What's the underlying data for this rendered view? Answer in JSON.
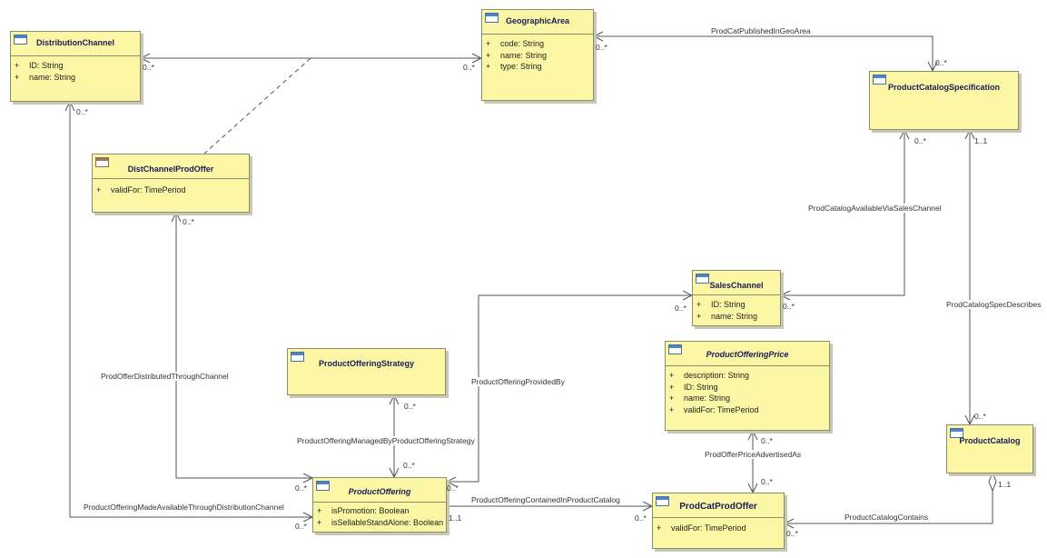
{
  "classes": {
    "distribution_channel": {
      "name": "DistributionChannel",
      "attributes": [
        {
          "vis": "+",
          "text": "ID: String"
        },
        {
          "vis": "+",
          "text": "name: String"
        }
      ]
    },
    "geographic_area": {
      "name": "GeographicArea",
      "attributes": [
        {
          "vis": "+",
          "text": "code: String"
        },
        {
          "vis": "+",
          "text": "name: String"
        },
        {
          "vis": "+",
          "text": "type: String"
        }
      ]
    },
    "product_catalog_specification": {
      "name": "ProductCatalogSpecification",
      "attributes": []
    },
    "dist_channel_prod_offer": {
      "name": "DistChannelProdOffer",
      "attributes": [
        {
          "vis": "+",
          "text": "validFor: TimePeriod"
        }
      ]
    },
    "sales_channel": {
      "name": "SalesChannel",
      "attributes": [
        {
          "vis": "+",
          "text": "ID: String"
        },
        {
          "vis": "+",
          "text": "name: String"
        }
      ]
    },
    "product_offering_strategy": {
      "name": "ProductOfferingStrategy",
      "attributes": []
    },
    "product_offering_price": {
      "name": "ProductOfferingPrice",
      "attributes": [
        {
          "vis": "+",
          "text": "description: String"
        },
        {
          "vis": "+",
          "text": "ID: String"
        },
        {
          "vis": "+",
          "text": "name: String"
        },
        {
          "vis": "+",
          "text": "validFor: TimePeriod"
        }
      ]
    },
    "product_catalog": {
      "name": "ProductCatalog",
      "attributes": []
    },
    "product_offering": {
      "name": "ProductOffering",
      "attributes": [
        {
          "vis": "+",
          "text": "isPromotion: Boolean"
        },
        {
          "vis": "+",
          "text": "isSellableStandAlone: Boolean"
        }
      ]
    },
    "prod_cat_prod_offer": {
      "name": "ProdCatProdOffer",
      "attributes": [
        {
          "vis": "+",
          "text": "validFor: TimePeriod"
        }
      ]
    }
  },
  "associations": {
    "prod_cat_published_in_geo_area": "ProdCatPublishedInGeoArea",
    "prod_catalog_available_via_sales_channel": "ProdCatalogAvailableViaSalesChannel",
    "prod_catalog_spec_describes": "ProdCatalogSpecDescribes",
    "prod_offer_distributed_through_channel": "ProdOfferDistributedThroughChannel",
    "product_offering_provided_by": "ProductOfferingProvidedBy",
    "product_offering_managed_by_strategy": "ProductOfferingManagedByProductOfferingStrategy",
    "prod_offer_price_advertised_as": "ProdOfferPriceAdvertisedAs",
    "product_offering_made_available_through_distribution_channel": "ProductOfferingMadeAvailableThroughDistributionChannel",
    "product_offering_contained_in_product_catalog": "ProductOfferingContainedInProductCatalog",
    "product_catalog_contains": "ProductCatalogContains"
  },
  "multiplicities": {
    "many": "0..*",
    "one": "1..1"
  }
}
